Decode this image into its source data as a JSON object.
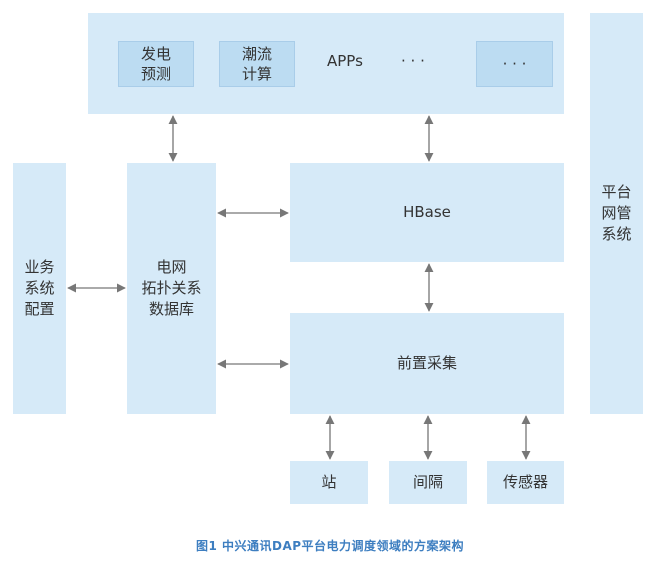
{
  "apps_panel": {
    "items": [
      "发电\n预测",
      "潮流\n计算",
      "· · ·"
    ],
    "apps_label": "APPs",
    "ellipsis": "· · ·"
  },
  "platform_mgmt": "平台\n网管\n系统",
  "business_config": "业务\n系统\n配置",
  "topology_db": "电网\n拓扑关系\n数据库",
  "hbase": "HBase",
  "front_acquisition": "前置采集",
  "sources": [
    "站",
    "间隔",
    "传感器"
  ],
  "caption": "图1   中兴通讯DAP平台电力调度领域的方案架构",
  "colors": {
    "block_fill": "#d6eaf8",
    "inner_fill": "#bcdcf2",
    "arrow": "#777777",
    "caption": "#3d7ec0"
  }
}
